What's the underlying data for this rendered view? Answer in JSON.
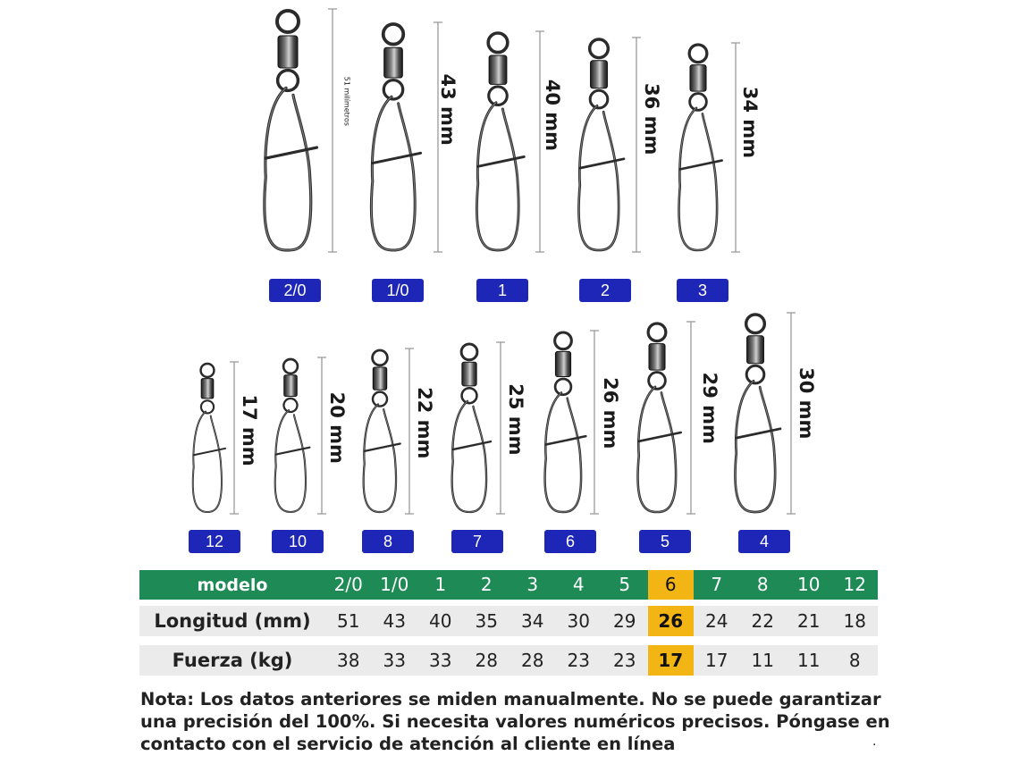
{
  "figure": {
    "swivels": [
      {
        "size": "2/0",
        "length_label": "51 milímetros",
        "label_style": "small"
      },
      {
        "size": "1/0",
        "length_label": "43 mm",
        "label_style": "bold"
      },
      {
        "size": "1",
        "length_label": "40 mm",
        "label_style": "bold"
      },
      {
        "size": "2",
        "length_label": "36 mm",
        "label_style": "bold"
      },
      {
        "size": "3",
        "length_label": "34 mm",
        "label_style": "bold"
      },
      {
        "size": "12",
        "length_label": "17 mm",
        "label_style": "bold"
      },
      {
        "size": "10",
        "length_label": "20 mm",
        "label_style": "bold"
      },
      {
        "size": "8",
        "length_label": "22 mm",
        "label_style": "bold"
      },
      {
        "size": "7",
        "length_label": "25 mm",
        "label_style": "bold"
      },
      {
        "size": "6",
        "length_label": "26 mm",
        "label_style": "bold"
      },
      {
        "size": "5",
        "length_label": "29 mm",
        "label_style": "bold"
      },
      {
        "size": "4",
        "length_label": "30 mm",
        "label_style": "bold"
      }
    ],
    "colors": {
      "badge": "#1e26b8",
      "metal_dark": "#2b2b2b",
      "metal_mid": "#6a6a6a",
      "metal_light": "#c8c8c8",
      "dim_line": "#9a9a9a"
    }
  },
  "table": {
    "header": "modelo",
    "models": [
      "2/0",
      "1/0",
      "1",
      "2",
      "3",
      "4",
      "5",
      "6",
      "7",
      "8",
      "10",
      "12"
    ],
    "rows": [
      {
        "label": "Longitud (mm)",
        "values": [
          "51",
          "43",
          "40",
          "35",
          "34",
          "30",
          "29",
          "26",
          "24",
          "22",
          "21",
          "18"
        ]
      },
      {
        "label": "Fuerza (kg)",
        "values": [
          "38",
          "33",
          "33",
          "28",
          "28",
          "23",
          "23",
          "17",
          "17",
          "11",
          "11",
          "8"
        ]
      }
    ],
    "highlight_model": "6",
    "colors": {
      "header_bg": "#1e8a55",
      "row_bg": "#ebebeb",
      "highlight": "#f2b514"
    }
  },
  "note": {
    "lines": [
      "Nota: Los datos anteriores se miden manualmente. No se puede garantizar",
      "una precisión del 100%. Si necesita valores numéricos precisos. Póngase en",
      "contacto con el servicio de atención al cliente en línea"
    ],
    "trailing_mark": "."
  }
}
